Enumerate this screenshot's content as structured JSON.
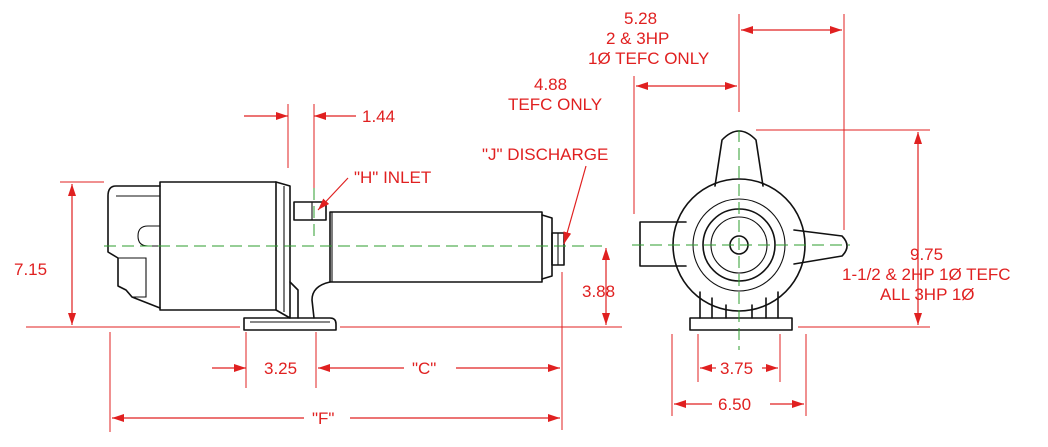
{
  "colors": {
    "dimension": "#e02020",
    "centerline": "#2e9e2e",
    "outline": "#111111",
    "background": "#ffffff"
  },
  "labels": {
    "overall_height": "7.15",
    "inlet_offset": "1.44",
    "inlet": "\"H\" INLET",
    "discharge": "\"J\" DISCHARGE",
    "shaft_height": "3.88",
    "base_to_inlet": "3.25",
    "dim_c": "\"C\"",
    "dim_f": "\"F\"",
    "dim_528": "5.28",
    "dim_528_note1": "2 & 3HP",
    "dim_528_note2": "1Ø TEFC ONLY",
    "dim_488": "4.88",
    "dim_488_note": "TEFC ONLY",
    "dim_975": "9.75",
    "dim_975_note1": "1-1/2 & 2HP 1Ø TEFC",
    "dim_975_note2": "ALL 3HP 1Ø",
    "base_bolt": "3.75",
    "base_width": "6.50"
  }
}
